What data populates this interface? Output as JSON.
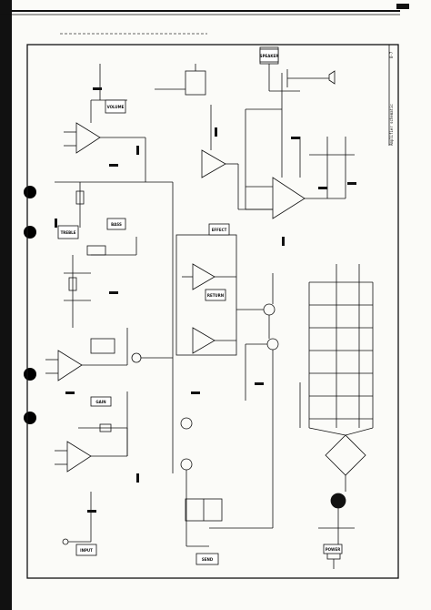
{
  "document": {
    "header_tab": "8-7",
    "sidebar_caption": "Amplifier schematic",
    "side_tab": ""
  },
  "blocks": {
    "input_box": "INPUT",
    "gain_box": "GAIN",
    "treble_box": "TREBLE",
    "bass_box": "BASS",
    "volume_box": "VOLUME",
    "effect_box": "EFFECT",
    "return_box": "RETURN",
    "send_box": "SEND",
    "speaker_box": "SPEAKER",
    "power_box": "POWER"
  },
  "colors": {
    "ink": "#111111",
    "paper": "#fbfbf8"
  }
}
